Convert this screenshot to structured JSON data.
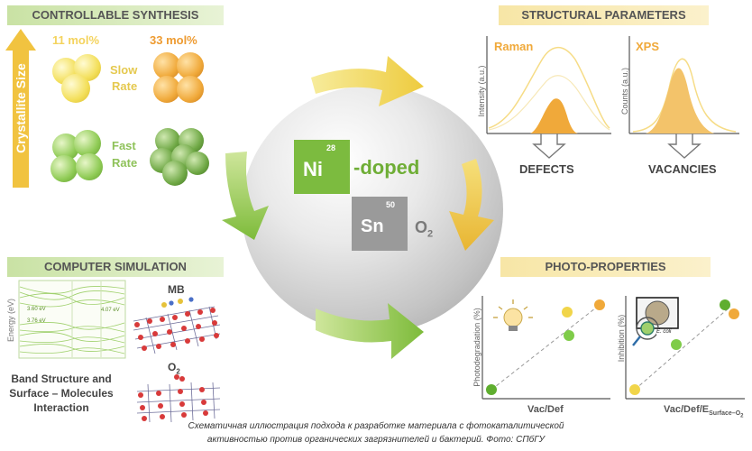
{
  "sections": {
    "synthesis": "CONTROLLABLE SYNTHESIS",
    "structural": "STRUCTURAL PARAMETERS",
    "simulation": "COMPUTER SIMULATION",
    "photo": "PHOTO-PROPERTIES"
  },
  "synthesis": {
    "axis_label": "Crystallite Size",
    "conc_low": "11 mol%",
    "conc_high": "33 mol%",
    "slow_rate": [
      "Slow",
      "Rate"
    ],
    "fast_rate": [
      "Fast",
      "Rate"
    ]
  },
  "center": {
    "ni_number": "28",
    "ni_symbol": "Ni",
    "doped": "-doped",
    "sn_number": "50",
    "sn_symbol": "Sn",
    "o2": "O",
    "o2_sub": "2"
  },
  "structural": {
    "raman": "Raman",
    "raman_ylabel": "Intensity (a.u.)",
    "xps": "XPS",
    "xps_ylabel": "Counts (a.u.)",
    "defects": "DEFECTS",
    "vacancies": "VACANCIES"
  },
  "simulation": {
    "ylabel": "Energy (eV)",
    "gap1": "3.60 eV",
    "gap2": "3.76 eV",
    "gap3": "4.07 eV",
    "mb": "MB",
    "o2": "O",
    "o2_sub": "2",
    "caption": [
      "Band Structure and",
      "Surface – Molecules",
      "Interaction"
    ]
  },
  "photo": {
    "left_ylabel": "Photodegradation (%)",
    "left_xlabel": "Vac/Def",
    "right_ylabel": "Inhibition (%)",
    "right_xlabel": "Vac/Def/E",
    "right_xlabel_sub": "Surface–O",
    "right_xlabel_sub2": "2",
    "ecoli": "E. coli"
  },
  "caption": {
    "line1": "Схематичная иллюстрация подхода к разработке материала с фотокаталитической",
    "line2": "активностью против органических загрязнителей и бактерий. Фото: СПбГУ"
  },
  "colors": {
    "green": "#7cbb3f",
    "yellow": "#f3d64f",
    "orange": "#f0a93a",
    "gray_box": "#9a9a9a"
  }
}
